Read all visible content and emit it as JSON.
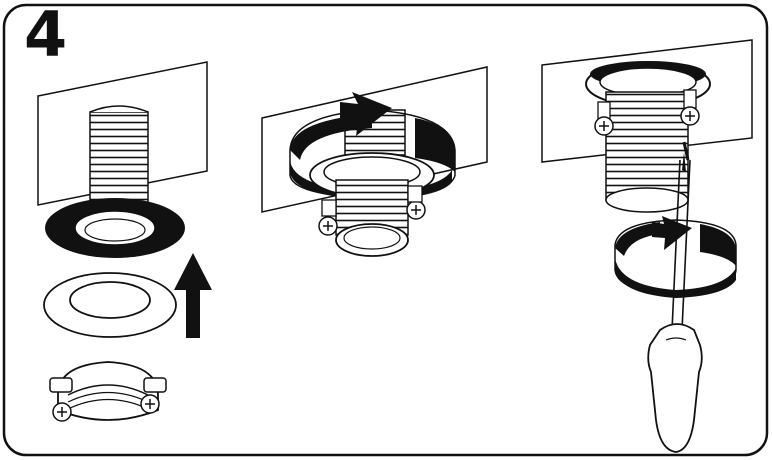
{
  "step": {
    "number": "4"
  },
  "colors": {
    "ink": "#111111",
    "paper": "#ffffff",
    "shade": "#e6e6e6",
    "arrow": "#111111"
  },
  "panels": [
    {
      "name": "assemble-parts",
      "action": "push-up-arrow"
    },
    {
      "name": "tighten-by-hand",
      "action": "clockwise-rotation-arrow"
    },
    {
      "name": "tighten-screws",
      "action": "clockwise-rotation-arrow",
      "tool": "screwdriver-icon"
    }
  ]
}
